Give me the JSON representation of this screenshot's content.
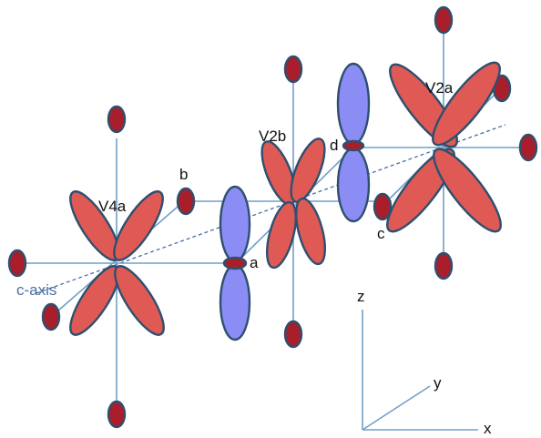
{
  "labels": {
    "v4a": "V4a",
    "v2b": "V2b",
    "v2a": "V2a",
    "a": "a",
    "b": "b",
    "c": "c",
    "d": "d",
    "c_axis": "c-axis",
    "x": "x",
    "y": "y",
    "z": "z"
  },
  "colors": {
    "d_orbital_lobe": "#e05a55",
    "p_orbital_lobe": "#8c8cf5",
    "oxygen": "#a81e2a",
    "bond_line": "#6f9fca",
    "outline": "#2f4f6f",
    "c_axis": "#4a6fa5"
  }
}
